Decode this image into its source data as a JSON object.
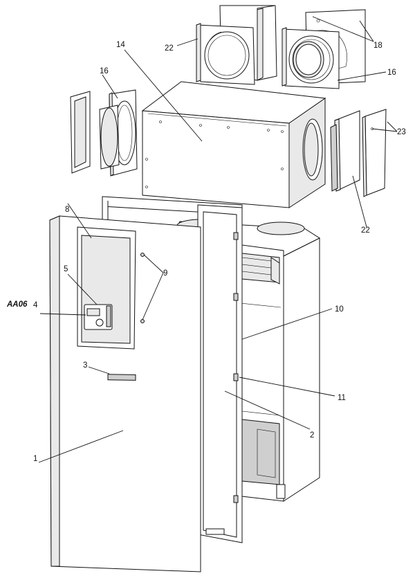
{
  "diagram": {
    "component_code": "AA06",
    "callouts": [
      {
        "id": "c1",
        "label": "1"
      },
      {
        "id": "c2",
        "label": "2"
      },
      {
        "id": "c3",
        "label": "3"
      },
      {
        "id": "c4",
        "label": "4"
      },
      {
        "id": "c5",
        "label": "5"
      },
      {
        "id": "c8",
        "label": "8"
      },
      {
        "id": "c9",
        "label": "9"
      },
      {
        "id": "c10",
        "label": "10"
      },
      {
        "id": "c11",
        "label": "11"
      },
      {
        "id": "c14",
        "label": "14"
      },
      {
        "id": "c16a",
        "label": "16"
      },
      {
        "id": "c16b",
        "label": "16"
      },
      {
        "id": "c18",
        "label": "18"
      },
      {
        "id": "c22a",
        "label": "22"
      },
      {
        "id": "c22b",
        "label": "22"
      },
      {
        "id": "c23",
        "label": "23"
      }
    ]
  }
}
